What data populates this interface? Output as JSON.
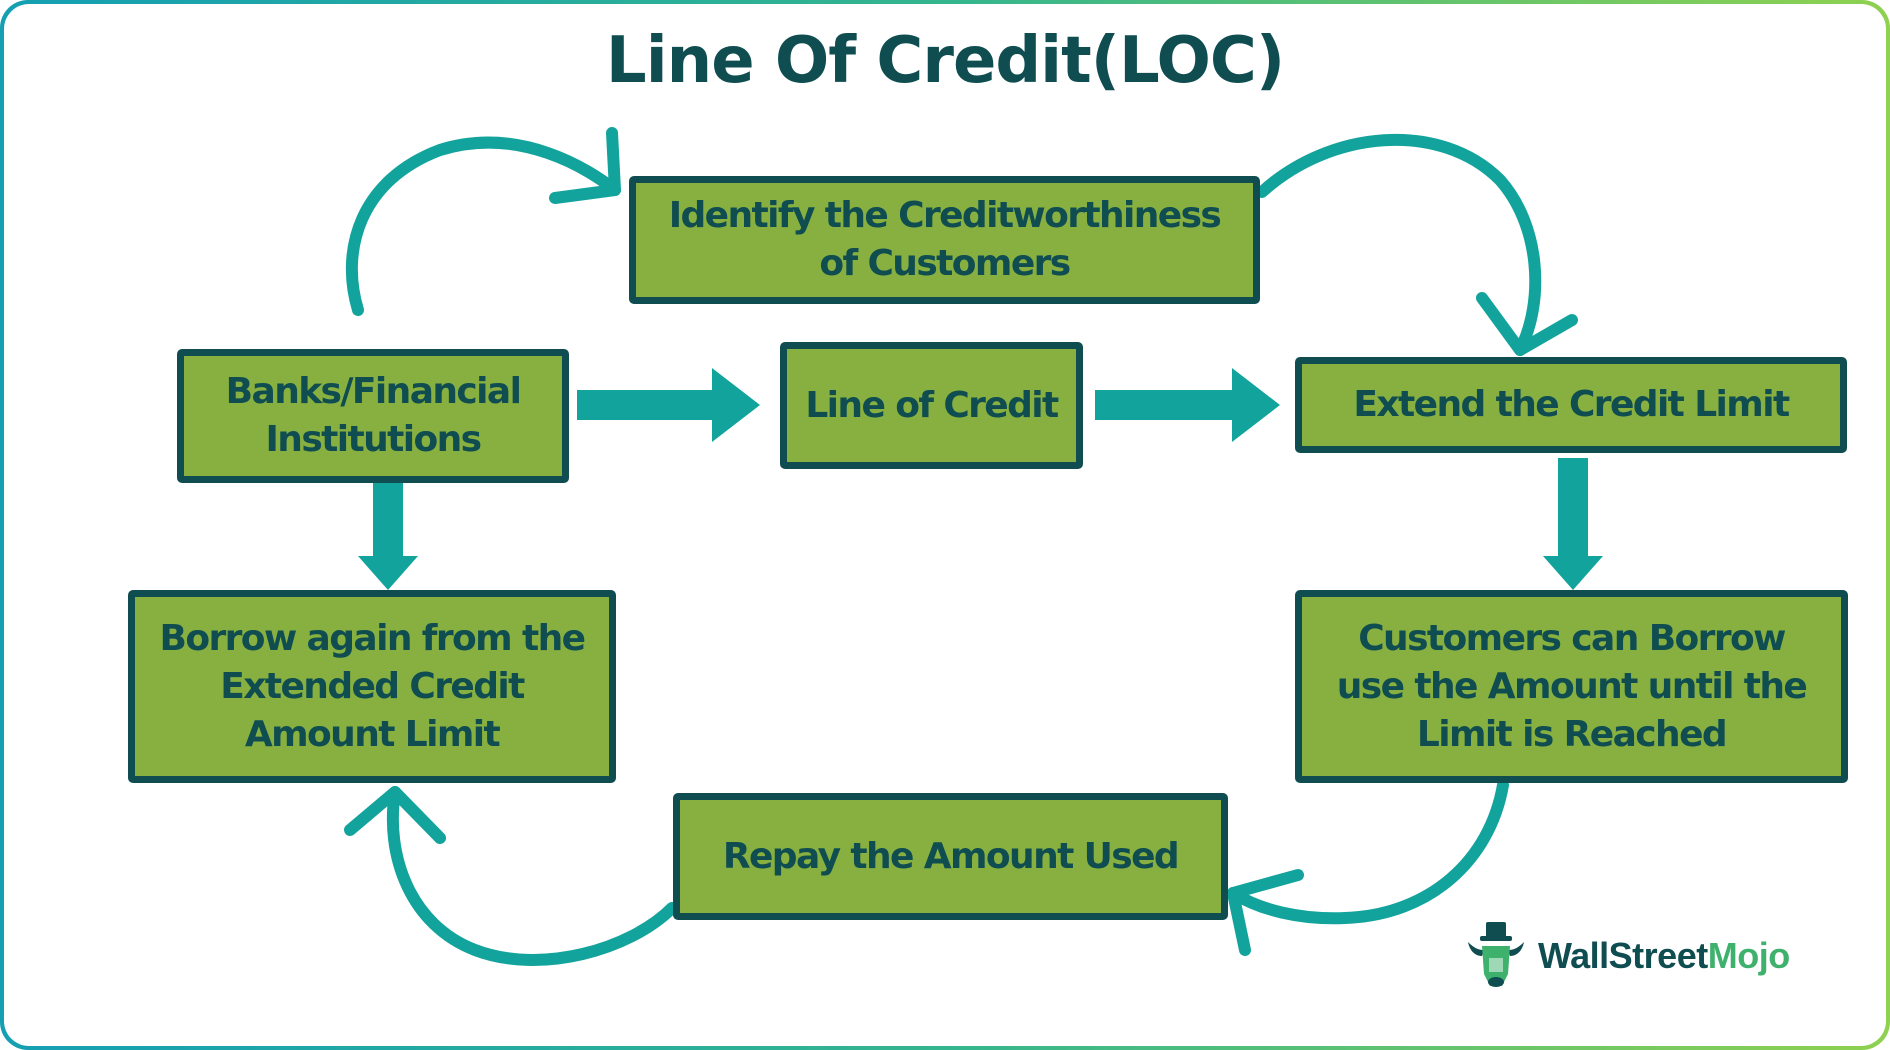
{
  "title": "Line Of Credit(LOC)",
  "colors": {
    "box_fill": "#88b040",
    "box_border": "#0f4d51",
    "text": "#0f4d51",
    "arrow": "#12a49c"
  },
  "nodes": {
    "identify": {
      "line1": "Identify the Creditworthiness",
      "line2": "of Customers"
    },
    "banks": {
      "line1": "Banks/Financial",
      "line2": "Institutions"
    },
    "line_of_credit": {
      "line1": "Line of Credit"
    },
    "extend": {
      "line1": "Extend the Credit Limit"
    },
    "borrow_again": {
      "line1": "Borrow again from the",
      "line2": "Extended Credit",
      "line3": "Amount Limit"
    },
    "customers_borrow": {
      "line1": "Customers can Borrow",
      "line2": "use the Amount until the",
      "line3": "Limit is Reached"
    },
    "repay": {
      "line1": "Repay the Amount Used"
    }
  },
  "logo": {
    "part1": "WallStreet",
    "part2": "Mojo",
    "icon": "bull-with-top-hat-icon"
  }
}
